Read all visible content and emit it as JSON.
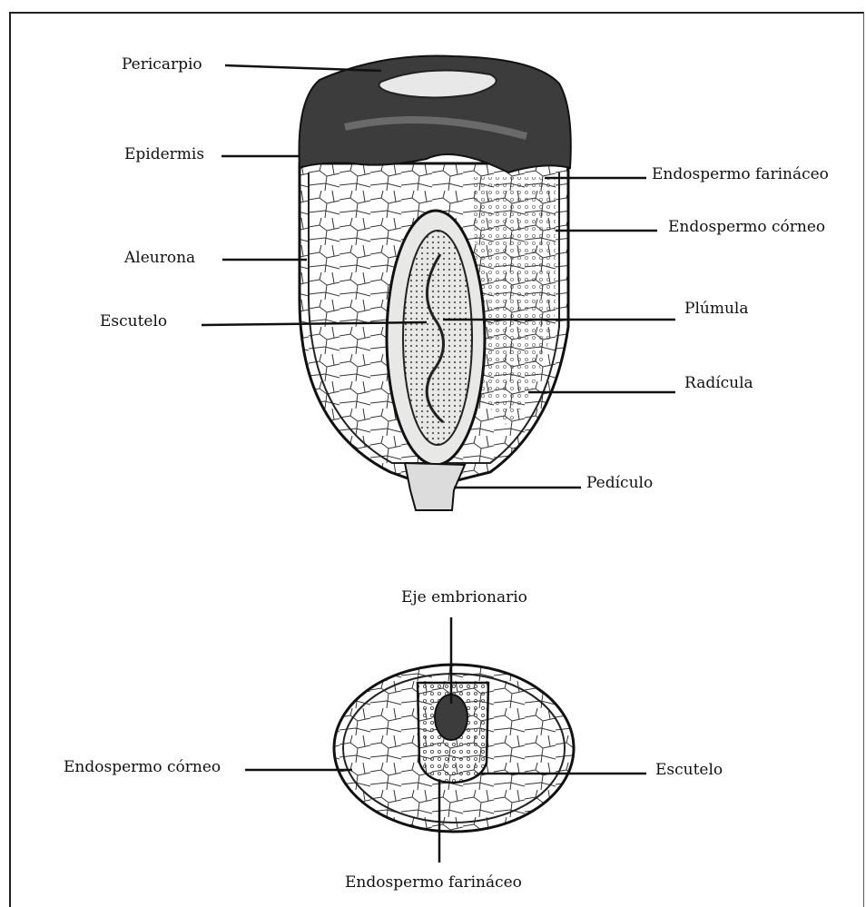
{
  "labels": {
    "pericarpio": "Pericarpio",
    "epidermis": "Epidermis",
    "aleurona": "Aleurona",
    "escutelo_top": "Escutelo",
    "endospermo_farinaceo_top": "Endospermo farináceo",
    "endospermo_corneo_top": "Endospermo córneo",
    "plumula": "Plúmula",
    "radicula": "Radícula",
    "pediculo": "Pedículo",
    "eje_embrionario": "Eje embrionario",
    "endospermo_corneo_bottom": "Endospermo córneo",
    "escutelo_bottom": "Escutelo",
    "endospermo_farinaceo_bottom": "Endospermo farináceo"
  },
  "colors": {
    "ink": "#111111",
    "pericarp": "#3c3c3c",
    "tissue": "#f2f2f0",
    "embryo": "#cfcfcf"
  }
}
